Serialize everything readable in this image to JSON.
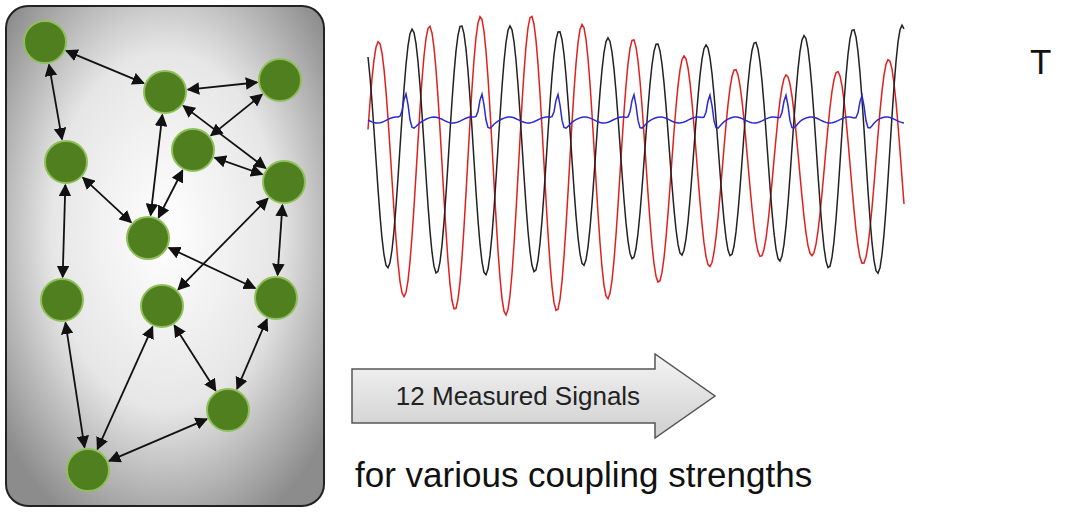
{
  "diagram": {
    "nodes": [
      {
        "text": [
          "12 Measured Signals"
        ]
      }
    ],
    "labels": [
      "for various coupling strengths",
      "T"
    ]
  }
}
